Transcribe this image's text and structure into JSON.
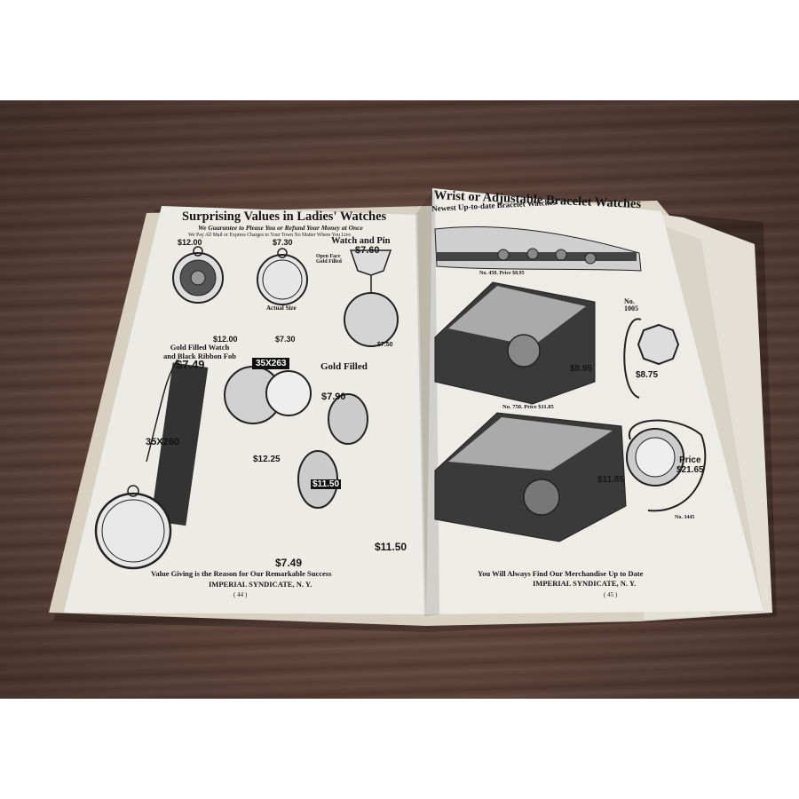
{
  "left_page": {
    "title": "Surprising Values in Ladies' Watches",
    "subtitle": "We Guarantee to Please You or Refund Your Money at Once",
    "subtitle2": "We Pay All Mail or Express Charges to Your Town No Matter Where You Live",
    "watch_and_pin": "Watch and Pin",
    "gold_filled_fob": "Gold Filled Watch\nand Black Ribbon Fob",
    "gold_filled": "Gold Filled",
    "item_35x263": "35X263",
    "item_35x260": "35X260",
    "open_face": "Open Face\nGold Filled",
    "actual_size": "Actual Size",
    "prices": {
      "p1": "$12.00",
      "p2": "$7.30",
      "p3": "$7.60",
      "p4": "$7.49",
      "p5": "$12.25",
      "p6": "$7.50",
      "p7": "$11.50",
      "p8": "$11.50",
      "p9": "$7.49",
      "p10": "$7.90"
    },
    "footer1": "Value Giving is the Reason for Our Remarkable Success",
    "footer2": "IMPERIAL SYNDICATE, N. Y.",
    "page_number": "( 44 )"
  },
  "right_page": {
    "title": "Wrist or Adjustable Bracelet Watches",
    "subtitle": "Newest Up-to-date Bracelet Watches",
    "no_450": "No. 450. Price $8.95",
    "no_750": "No. 750. Price $11.85",
    "no_1005": "No.\n1005",
    "no_3445": "No. 3445",
    "prices": {
      "p1": "$8.95",
      "p2": "$8.75",
      "p3": "$11.85",
      "p4": "Price\n$21.65"
    },
    "footer1": "You Will Always Find Our Merchandise Up to Date",
    "footer2": "IMPERIAL SYNDICATE, N. Y.",
    "page_number": "( 45 )"
  },
  "colors": {
    "table": "#5f443b",
    "paper": "#eceae4",
    "ink": "#161616"
  }
}
